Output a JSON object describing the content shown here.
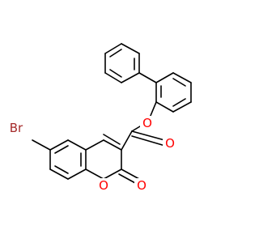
{
  "atoms": {
    "br": {
      "label": "Br",
      "color": "#a52a2a"
    },
    "o_ester": {
      "label": "O",
      "color": "#ff0000"
    },
    "o_carbonyl_ester": {
      "label": "O",
      "color": "#ff0000"
    },
    "o_ring": {
      "label": "O",
      "color": "#ff0000"
    },
    "o_lactone": {
      "label": "O",
      "color": "#ff0000"
    }
  }
}
